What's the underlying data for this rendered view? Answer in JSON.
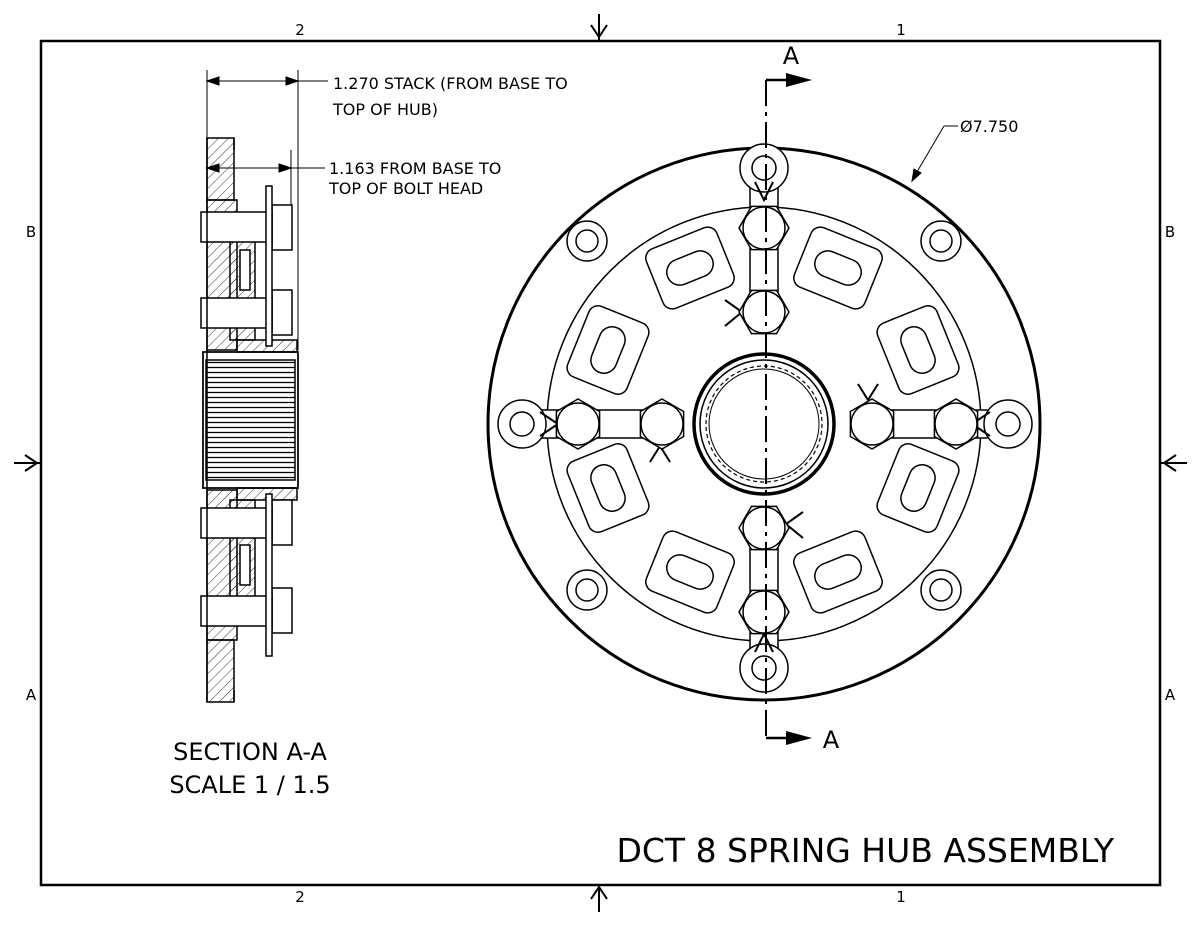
{
  "sheet": {
    "title": "DCT 8 SPRING HUB ASSEMBLY",
    "zones": {
      "top_left": "2",
      "top_right": "1",
      "bottom_left": "2",
      "bottom_right": "1",
      "left_upper": "B",
      "left_lower": "A",
      "right_upper": "B",
      "right_lower": "A"
    }
  },
  "section_view": {
    "title": "SECTION A-A",
    "scale": "SCALE 1 / 1.5",
    "dim_stack_line1": "1.270 STACK (FROM BASE TO",
    "dim_stack_line2": "TOP OF HUB)",
    "dim_bolt_line1": "1.163 FROM BASE TO",
    "dim_bolt_line2": "TOP OF BOLT HEAD"
  },
  "front_view": {
    "diameter_callout": "Ø7.750",
    "section_label_top": "A",
    "section_label_bottom": "A"
  }
}
